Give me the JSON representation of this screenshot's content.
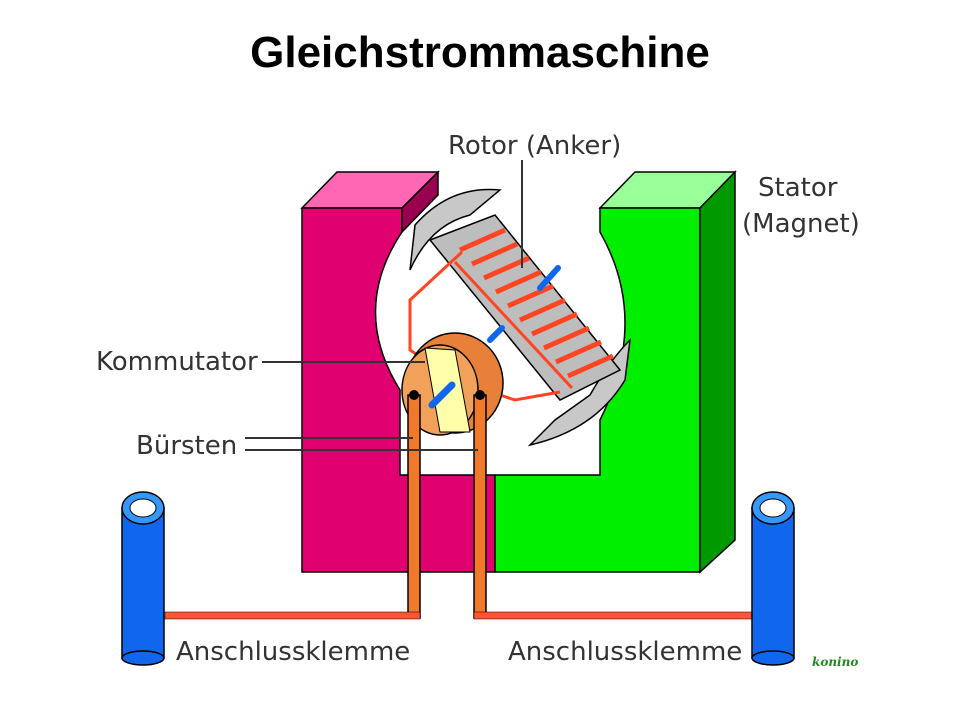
{
  "title": "Gleichstrommaschine",
  "labels": {
    "rotor": "Rotor (Anker)",
    "stator_line1": "Stator",
    "stator_line2": "(Magnet)",
    "commutator": "Kommutator",
    "brushes": "Bürsten",
    "terminal_left": "Anschlussklemme",
    "terminal_right": "Anschlussklemme",
    "signature": "konino"
  },
  "colors": {
    "magnet_left": "#e0006f",
    "magnet_right": "#00ee00",
    "coil": "#ff4422",
    "terminal": "#1166ee",
    "commutator": "#e8803a",
    "lamination": "#c8c8c8",
    "brush_lead": "#f07a2a",
    "signature": "#228822"
  }
}
